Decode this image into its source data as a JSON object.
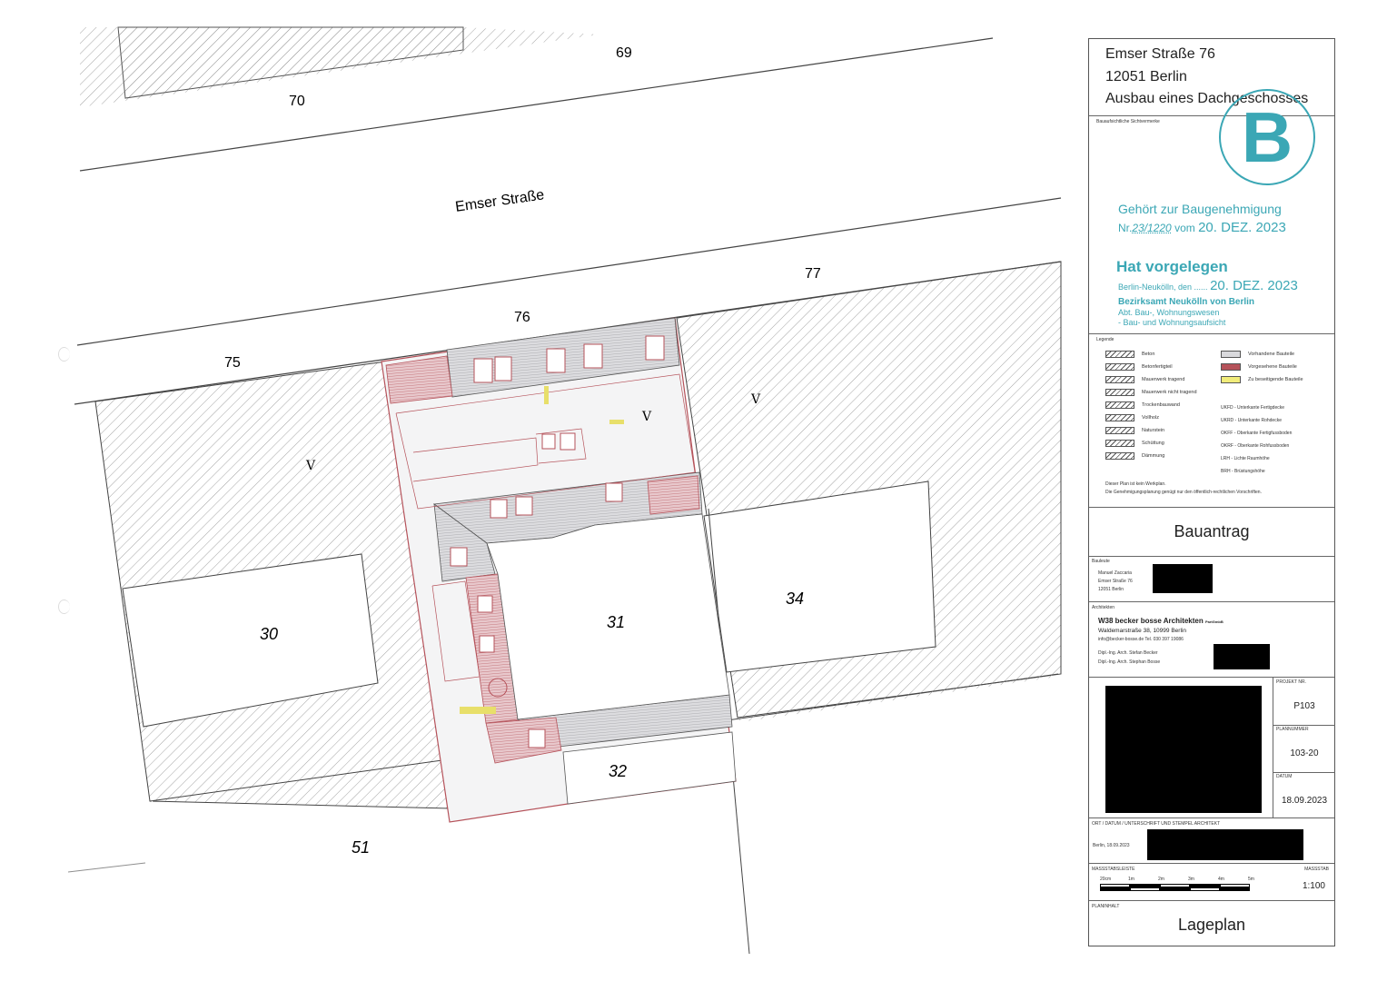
{
  "plan": {
    "street_name": "Emser Straße",
    "parcel_numbers": [
      "70",
      "69",
      "77",
      "76",
      "75",
      "30",
      "31",
      "34",
      "32",
      "51"
    ],
    "usage_marks": [
      "V",
      "V",
      "V"
    ]
  },
  "title_block": {
    "address_line1": "Emser Straße 76",
    "address_line2": "12051 Berlin",
    "project_title": "Ausbau eines Dachgeschosses",
    "stamps_label": "Bauaufsichtliche Sichtvermerke",
    "stamp_logo": "B",
    "stamp_permit": {
      "heading": "Gehört zur Baugenehmigung",
      "nr_label": "Nr.",
      "nr_value": "23/1220",
      "vom_label": "vom",
      "date": "20. DEZ. 2023"
    },
    "stamp_presented": {
      "heading": "Hat vorgelegen",
      "place_label": "Berlin-Neukölln, den",
      "date": "20. DEZ. 2023",
      "authority": "Bezirksamt Neukölln von Berlin",
      "dept1": "Abt. Bau-, Wohnungswesen",
      "dept2": "- Bau- und Wohnungsaufsicht"
    },
    "legend": {
      "title": "Legende",
      "materials": [
        "Beton",
        "Betonfertigteil",
        "Mauerwerk tragend",
        "Mauerwerk nicht tragend",
        "Trockenbauwand",
        "Vollholz",
        "Naturstein",
        "Schüttung",
        "Dämmung"
      ],
      "components": [
        {
          "label": "Vorhandene Bauteile",
          "color": "#d9d9dc"
        },
        {
          "label": "Vorgesehene Bauteile",
          "color": "#b5525a"
        },
        {
          "label": "Zu beseitigende Bauteile",
          "color": "#f1ec7a"
        }
      ],
      "abbreviations": [
        "UKFD - Unterkante Fertigdecke",
        "UKRD - Unterkante Rohdecke",
        "OKFF - Oberkante Fertigfussboden",
        "OKRF - Oberkante Rohfussboden",
        "LRH - Lichte Raumhöhe",
        "BRH - Brüstungshöhe"
      ],
      "note1": "Dieser Plan ist kein Werkplan.",
      "note2": "Die Genehmigungsplanung genügt nur den öffentlich-rechtlichen Vorschriften."
    },
    "application_type": "Bauantrag",
    "client": {
      "label": "Bauleute",
      "name": "Manuel Zaccaria",
      "street": "Emser Straße 76",
      "city": "12051 Berlin"
    },
    "architects": {
      "label": "Architekten",
      "firm": "W38 becker bosse Architekten",
      "firm_suffix": "PartGmbB",
      "address": "Waldemarstraße 38, 10999 Berlin",
      "contact": "info@becker-bosse.de  Tel. 030 397 19086",
      "person1": "Dipl.-Ing. Arch. Stefan Becker",
      "person2": "Dipl.-Ing. Arch. Stephan Bosse"
    },
    "project_nr_label": "PROJEKT NR.",
    "project_nr": "P103",
    "plan_nr_label": "PLANNUMMER",
    "plan_nr": "103-20",
    "date_label": "DATUM",
    "date": "18.09.2023",
    "signature_label": "ORT / DATUM / UNTERSCHRIFT UND STEMPEL ARCHITEKT",
    "signature_place_date": "Berlin, 18.09.2023",
    "scalebar_label": "MASSSTABSLEISTE",
    "scalebar_ticks": [
      "20cm",
      "1m",
      "2m",
      "3m",
      "4m",
      "5m"
    ],
    "scale_label": "MASSSTAB",
    "scale": "1:100",
    "content_label": "PLANINHALT",
    "content": "Lageplan"
  },
  "colors": {
    "hatch": "#8a8a8a",
    "existing": "#d9d9dc",
    "proposed": "#b5525a",
    "demolish": "#e8df6a",
    "stamp": "#3ba7b5"
  }
}
